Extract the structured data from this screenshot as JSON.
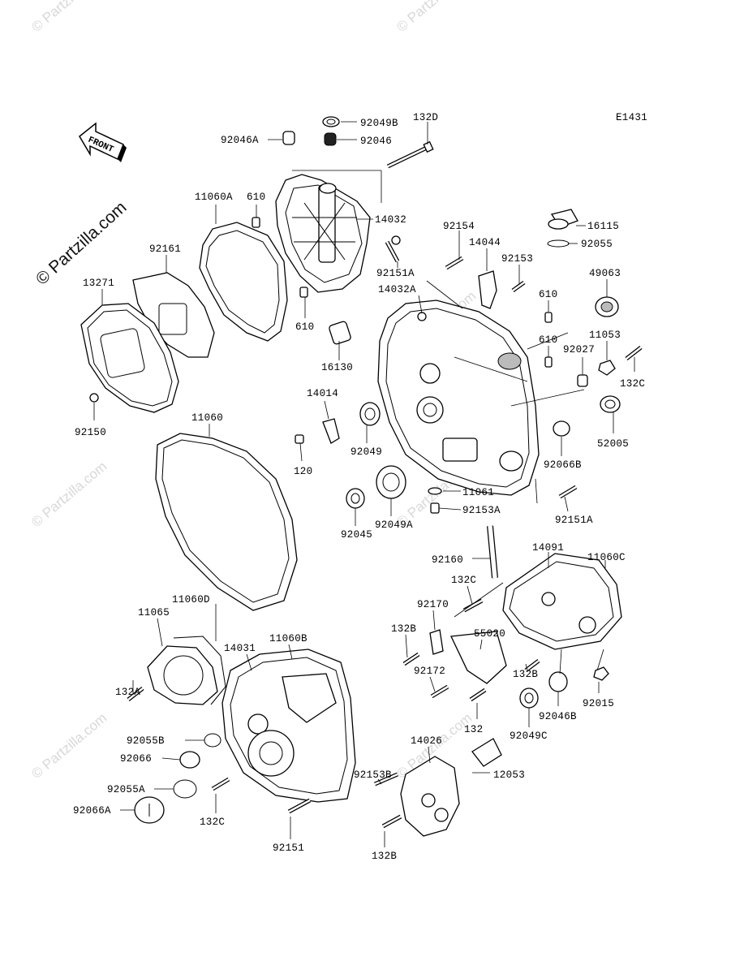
{
  "diagram_code": "E1431",
  "front_label": "FRONT",
  "watermark_main": "© Partzilla.com",
  "watermark_faint": "© Partzilla.com",
  "labels": {
    "p92049B": "92049B",
    "p132D": "132D",
    "p92046A": "92046A",
    "p92046": "92046",
    "p11060A": "11060A",
    "p610a": "610",
    "p14032": "14032",
    "p92154": "92154",
    "p16115": "16115",
    "p92161": "92161",
    "p14044": "14044",
    "p92055": "92055",
    "p92151A_top": "92151A",
    "p92153": "92153",
    "p13271": "13271",
    "p14032A": "14032A",
    "p49063": "49063",
    "p610b": "610",
    "p610c": "610",
    "p610d": "610",
    "p11053": "11053",
    "p92027": "92027",
    "p16130": "16130",
    "p132C_r": "132C",
    "p14014": "14014",
    "p92150": "92150",
    "p11060": "11060",
    "p52005": "52005",
    "p92049": "92049",
    "p120": "120",
    "p92066B": "92066B",
    "p11061": "11061",
    "p92153A": "92153A",
    "p92151A_r": "92151A",
    "p92045": "92045",
    "p92049A": "92049A",
    "p92160": "92160",
    "p14091": "14091",
    "p11060C": "11060C",
    "p11060D": "11060D",
    "p132C_m": "132C",
    "p11065": "11065",
    "p92170": "92170",
    "p14031": "14031",
    "p11060B": "11060B",
    "p132B_a": "132B",
    "p55020": "55020",
    "p132A": "132A",
    "p92172": "92172",
    "p132B_b": "132B",
    "p92015": "92015",
    "p92046B": "92046B",
    "p92055B": "92055B",
    "p132": "132",
    "p92049C": "92049C",
    "p92066": "92066",
    "p14026": "14026",
    "p92153B": "92153B",
    "p12053": "12053",
    "p92055A": "92055A",
    "p92066A": "92066A",
    "p132C_b": "132C",
    "p92151": "92151",
    "p132B_c": "132B"
  }
}
